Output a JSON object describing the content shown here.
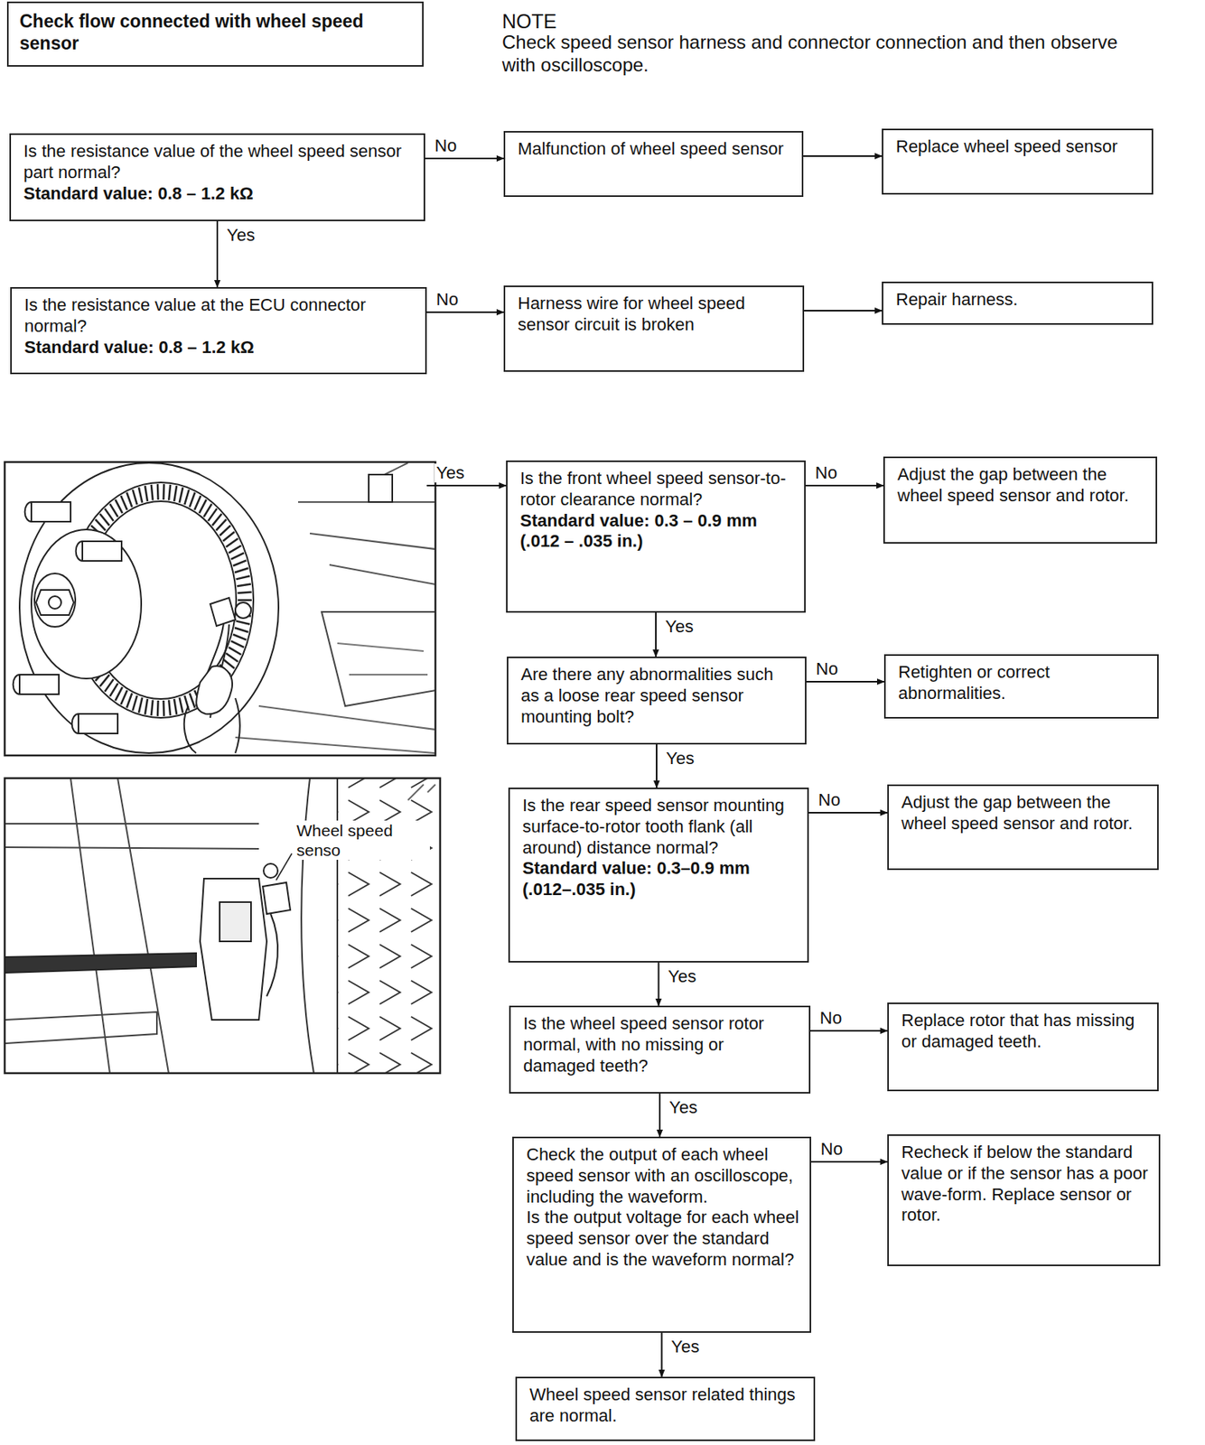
{
  "diagram": {
    "title": "Check flow connected with wheel speed sensor",
    "nodes": [
      {
        "text": [
          "Is the resistance value of the wheel speed sensor part normal?",
          "Standard value: 0.8 – 1.2 kΩ"
        ]
      },
      {
        "text": [
          "Malfunction of wheel speed sensor"
        ]
      },
      {
        "text": [
          "Replace wheel speed sensor"
        ]
      },
      {
        "text": [
          "Is the resistance value at the ECU connector normal?",
          "Standard value: 0.8 – 1.2 kΩ"
        ]
      },
      {
        "text": [
          "Harness wire for wheel speed sensor circuit is broken"
        ]
      },
      {
        "text": [
          "Repair harness."
        ]
      },
      {
        "text": [
          "Is the front wheel speed sensor-to-rotor clearance normal?",
          "Standard value: 0.3 – 0.9 mm (.012 – .035 in.)"
        ]
      },
      {
        "text": [
          "Adjust the gap between the wheel speed sensor and rotor."
        ]
      },
      {
        "text": [
          "Are there any abnormalities such as a loose rear speed sensor mounting bolt?"
        ]
      },
      {
        "text": [
          "Retighten or correct abnormalities."
        ]
      },
      {
        "text": [
          "Is the rear speed sensor mounting surface-to-rotor tooth flank (all around) distance normal?",
          "Standard value: 0.3–0.9 mm (.012–.035 in.)"
        ]
      },
      {
        "text": [
          "Adjust the gap between the wheel speed sensor and rotor."
        ]
      },
      {
        "text": [
          "Is the wheel speed sensor rotor normal, with no missing or damaged teeth?"
        ]
      },
      {
        "text": [
          "Replace rotor that has missing or damaged teeth."
        ]
      },
      {
        "text": [
          "Check the output of each wheel speed sensor with an oscilloscope, including the waveform.",
          "Is the output voltage for each wheel speed sensor over the standard value and is the waveform normal?"
        ]
      },
      {
        "text": [
          "Recheck if below the standard value or if the sensor has a poor wave-form. Replace sensor or rotor."
        ]
      },
      {
        "text": [
          "Wheel speed sensor related things are normal."
        ]
      }
    ],
    "edges": [
      {
        "from": 0,
        "to": 1,
        "arrow": "to",
        "label": "No"
      },
      {
        "from": 1,
        "to": 2,
        "arrow": "to"
      },
      {
        "from": 0,
        "to": 3,
        "arrow": "to",
        "label": "Yes"
      },
      {
        "from": 3,
        "to": 4,
        "arrow": "to",
        "label": "No"
      },
      {
        "from": 4,
        "to": 5,
        "arrow": "to"
      },
      {
        "from": 3,
        "to": 6,
        "arrow": "to",
        "label": "Yes"
      },
      {
        "from": 6,
        "to": 7,
        "arrow": "to",
        "label": "No"
      },
      {
        "from": 6,
        "to": 8,
        "arrow": "to",
        "label": "Yes"
      },
      {
        "from": 8,
        "to": 9,
        "arrow": "to",
        "label": "No"
      },
      {
        "from": 8,
        "to": 10,
        "arrow": "to",
        "label": "Yes"
      },
      {
        "from": 10,
        "to": 11,
        "arrow": "to",
        "label": "No"
      },
      {
        "from": 10,
        "to": 12,
        "arrow": "to",
        "label": "Yes"
      },
      {
        "from": 12,
        "to": 13,
        "arrow": "to",
        "label": "No"
      },
      {
        "from": 12,
        "to": 14,
        "arrow": "to",
        "label": "Yes"
      },
      {
        "from": 14,
        "to": 15,
        "arrow": "to",
        "label": "No"
      },
      {
        "from": 14,
        "to": 16,
        "arrow": "to",
        "label": "Yes"
      }
    ],
    "labels": [
      "NOTE",
      "Check speed sensor harness and connector connection and then observe with oscilloscope.",
      "Wheel speed senso"
    ]
  }
}
